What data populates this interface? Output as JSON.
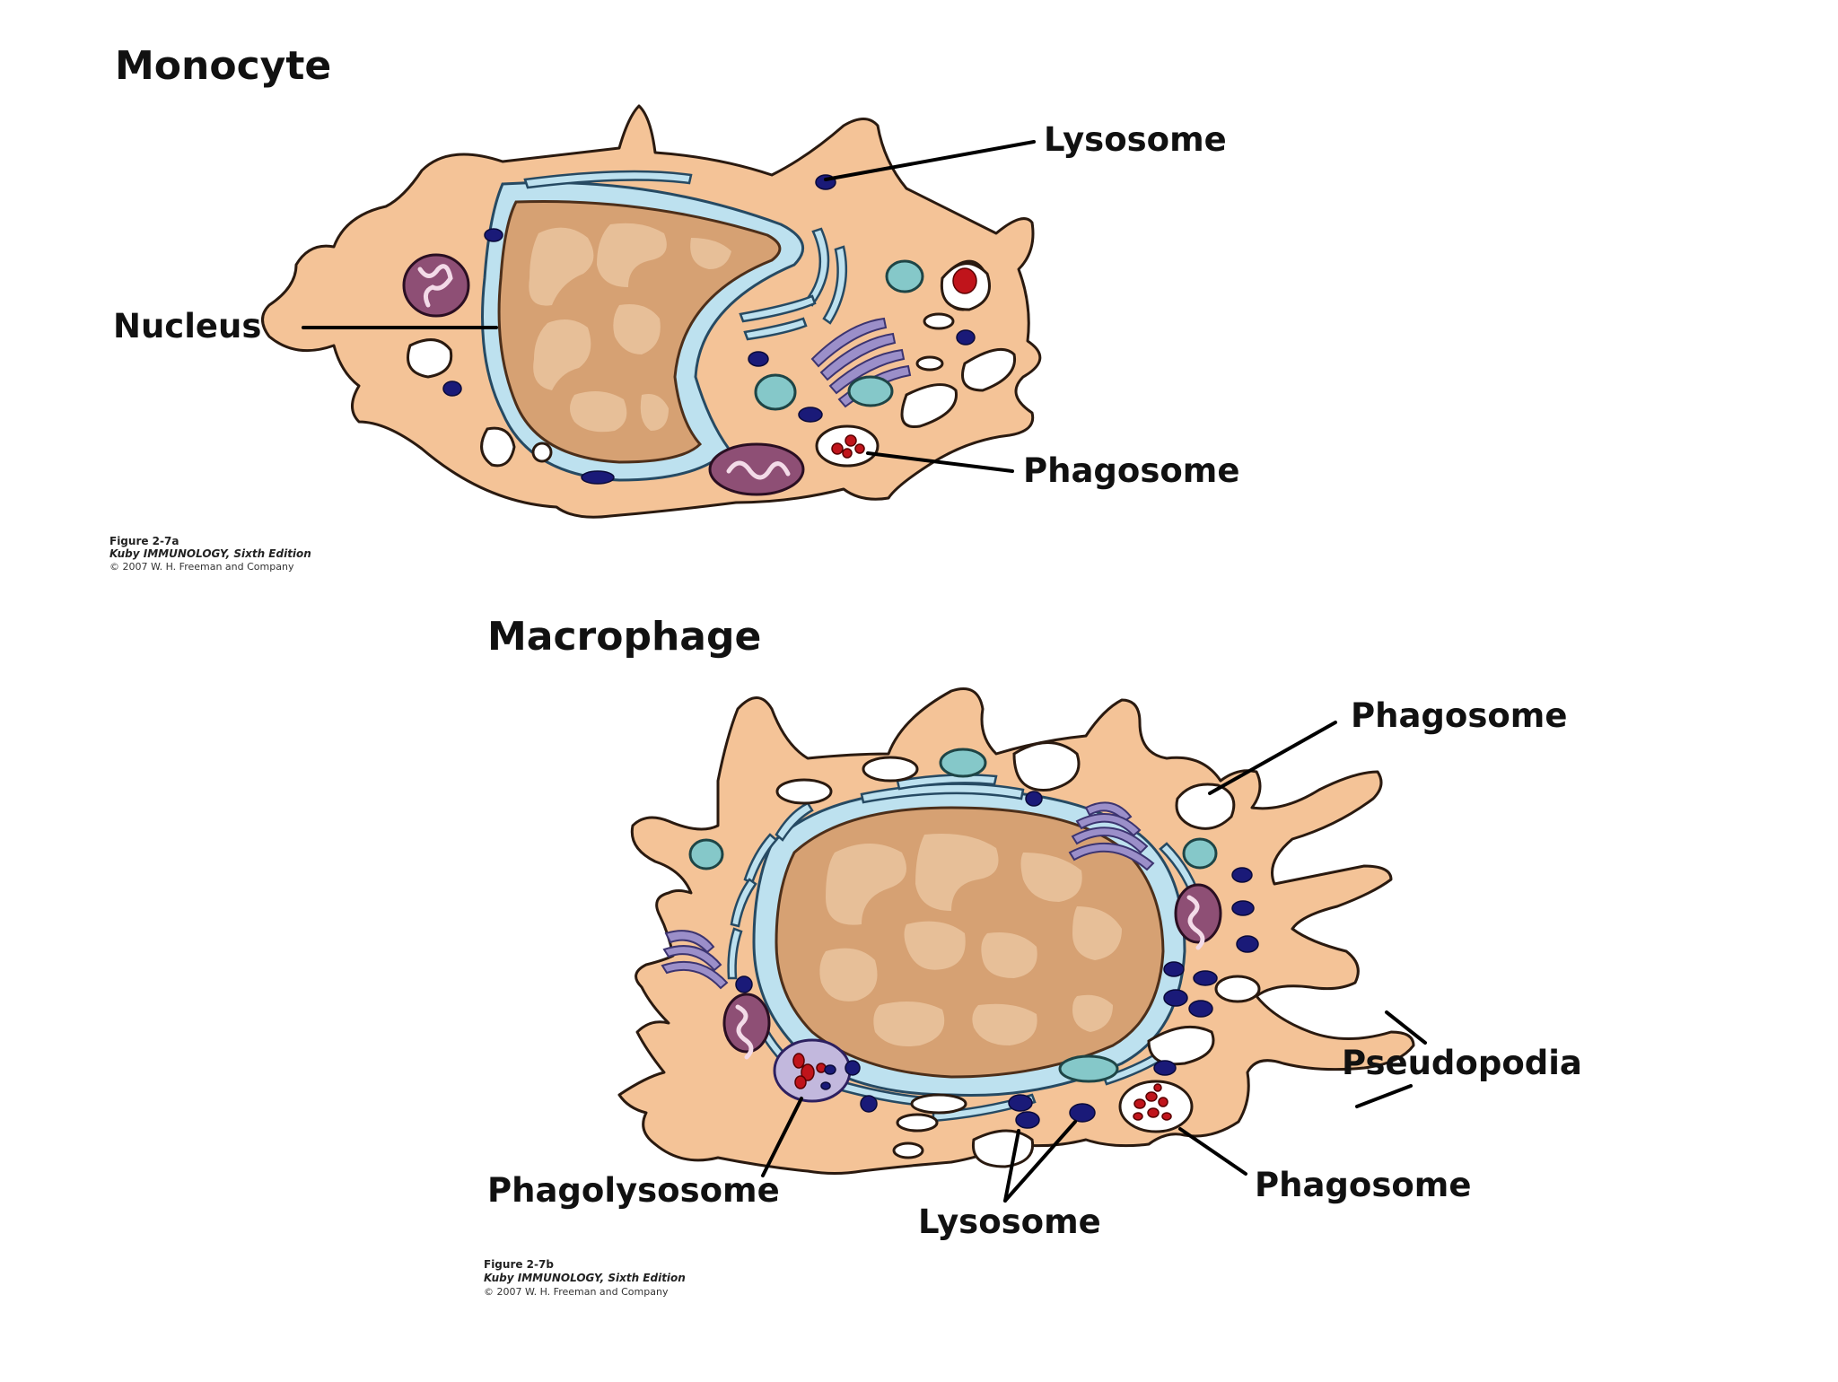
{
  "monocyte": {
    "title": "Monocyte",
    "labels": {
      "lysosome": "Lysosome",
      "nucleus": "Nucleus",
      "phagosome": "Phagosome"
    },
    "caption": {
      "figure": "Figure 2-7a",
      "book": "Kuby IMMUNOLOGY, Sixth Edition",
      "copyright": "© 2007 W. H. Freeman and Company"
    }
  },
  "macrophage": {
    "title": "Macrophage",
    "labels": {
      "phagosome_top": "Phagosome",
      "pseudopodia": "Pseudopodia",
      "phagolysosome": "Phagolysosome",
      "lysosome": "Lysosome",
      "phagosome_bottom": "Phagosome"
    },
    "caption": {
      "figure": "Figure 2-7b",
      "book": "Kuby IMMUNOLOGY, Sixth Edition",
      "copyright": "© 2007 W. H. Freeman and Company"
    }
  },
  "colors": {
    "cytoplasm": "#f4c397",
    "nucleus": "#d6a173",
    "nuclear_envelope": "#bde1ef",
    "mitochondria": "#8e4f75",
    "lysosome": "#1a1a78",
    "golgi": "#9b8fc9",
    "vesicle_teal": "#85c8c9",
    "bacteria": "#c0141b"
  }
}
